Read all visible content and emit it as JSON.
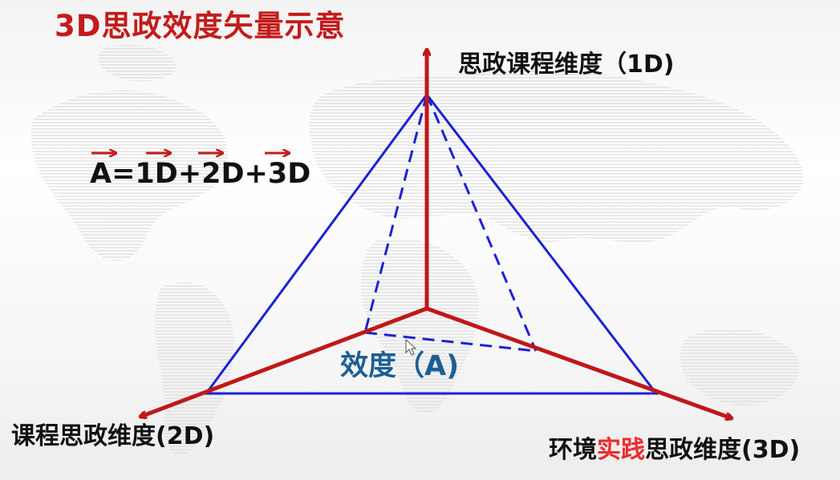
{
  "title": "3D思政效度矢量示意",
  "formula": "A=1D+2D+3D",
  "axes": {
    "axis_1d": "思政课程维度（1D)",
    "axis_2d": "课程思政维度(2D)",
    "axis_3d_prefix": "环境",
    "axis_3d_highlight": "实践",
    "axis_3d_suffix": "思政维度(3D)"
  },
  "effect_label": "效度（A)",
  "colors": {
    "title": "#c41b1b",
    "axis": "#c01818",
    "pyramid": "#1c22d4",
    "effect_label": "#1c5f95",
    "highlight": "#ee2b2b",
    "text": "#111111"
  }
}
